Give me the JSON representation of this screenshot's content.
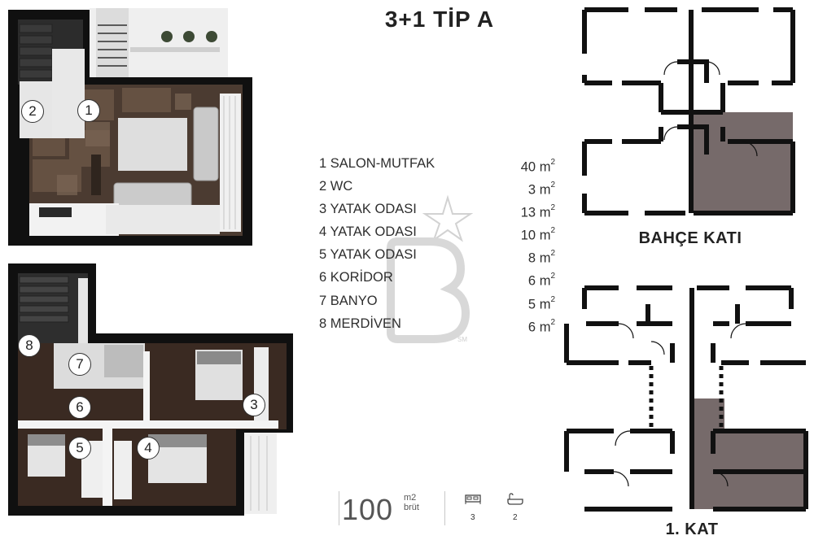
{
  "title": "3+1 TİP A",
  "rooms": [
    {
      "no": "1",
      "name": "SALON-MUTFAK",
      "area": "40",
      "unit": "m",
      "sup": "2"
    },
    {
      "no": "2",
      "name": "WC",
      "area": "3",
      "unit": "m",
      "sup": "2"
    },
    {
      "no": "3",
      "name": "YATAK ODASI",
      "area": "13",
      "unit": "m",
      "sup": "2"
    },
    {
      "no": "4",
      "name": "YATAK ODASI",
      "area": "10",
      "unit": "m",
      "sup": "2"
    },
    {
      "no": "5",
      "name": "YATAK ODASI",
      "area": "8",
      "unit": "m",
      "sup": "2"
    },
    {
      "no": "6",
      "name": "KORİDOR",
      "area": "6",
      "unit": "m",
      "sup": "2"
    },
    {
      "no": "7",
      "name": "BANYO",
      "area": "5",
      "unit": "m",
      "sup": "2"
    },
    {
      "no": "8",
      "name": "MERDİVEN",
      "area": "6",
      "unit": "m",
      "sup": "2"
    }
  ],
  "stats": {
    "area_value": "100",
    "area_unit_top": "m2",
    "area_unit_bottom": "brüt",
    "bedrooms": "3",
    "bathrooms": "2",
    "bed_icon": "bed-icon",
    "bath_icon": "bathtub-icon"
  },
  "floors": {
    "top_label": "BAHÇE KATI",
    "bottom_label": "1. KAT"
  },
  "watermark": {
    "letter": "B",
    "mark": "SM"
  },
  "markers": {
    "m1": "1",
    "m2": "2",
    "m3": "3",
    "m4": "4",
    "m5": "5",
    "m6": "6",
    "m7": "7",
    "m8": "8"
  },
  "colors": {
    "wall": "#111111",
    "highlight": "#766a6a",
    "floor_wood": "#3a2a22",
    "floor_stone": "#5a4a40"
  }
}
